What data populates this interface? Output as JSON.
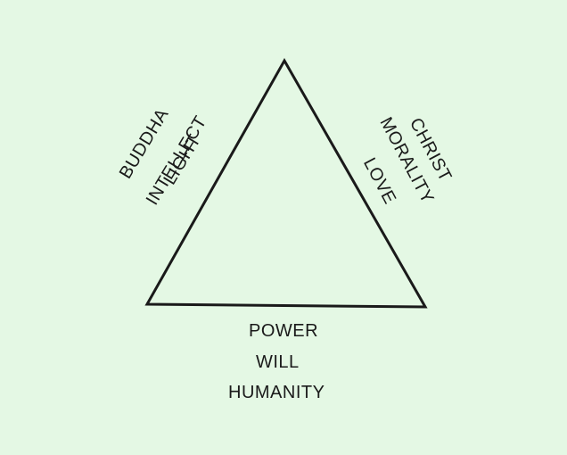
{
  "diagram": {
    "left_labels": [
      "BUDDHA",
      "INTELLECT",
      "LIGHT"
    ],
    "right_labels": [
      "CHRIST",
      "MORALITY",
      "LOVE"
    ],
    "bottom_labels": [
      "POWER",
      "WILL",
      "HUMANITY"
    ],
    "stroke_color": "#1a1a1a",
    "background_color": "#e4f8e4"
  }
}
